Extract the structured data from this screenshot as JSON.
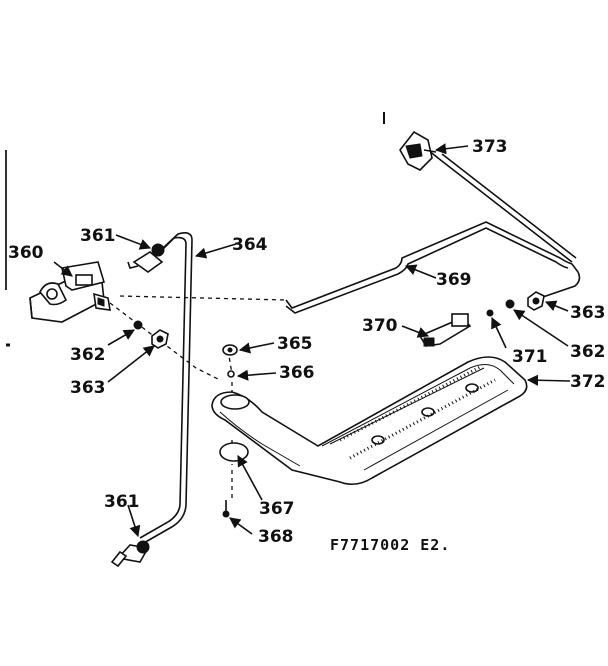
{
  "figure_code": "F7717002 E2.",
  "callouts": [
    {
      "id": "c360",
      "text": "360"
    },
    {
      "id": "c361a",
      "text": "361"
    },
    {
      "id": "c361b",
      "text": "361"
    },
    {
      "id": "c362a",
      "text": "362"
    },
    {
      "id": "c362b",
      "text": "362"
    },
    {
      "id": "c363a",
      "text": "363"
    },
    {
      "id": "c363b",
      "text": "363"
    },
    {
      "id": "c364",
      "text": "364"
    },
    {
      "id": "c365",
      "text": "365"
    },
    {
      "id": "c366",
      "text": "366"
    },
    {
      "id": "c367",
      "text": "367"
    },
    {
      "id": "c368",
      "text": "368"
    },
    {
      "id": "c369",
      "text": "369"
    },
    {
      "id": "c370",
      "text": "370"
    },
    {
      "id": "c371",
      "text": "371"
    },
    {
      "id": "c372",
      "text": "372"
    },
    {
      "id": "c373",
      "text": "373"
    }
  ]
}
